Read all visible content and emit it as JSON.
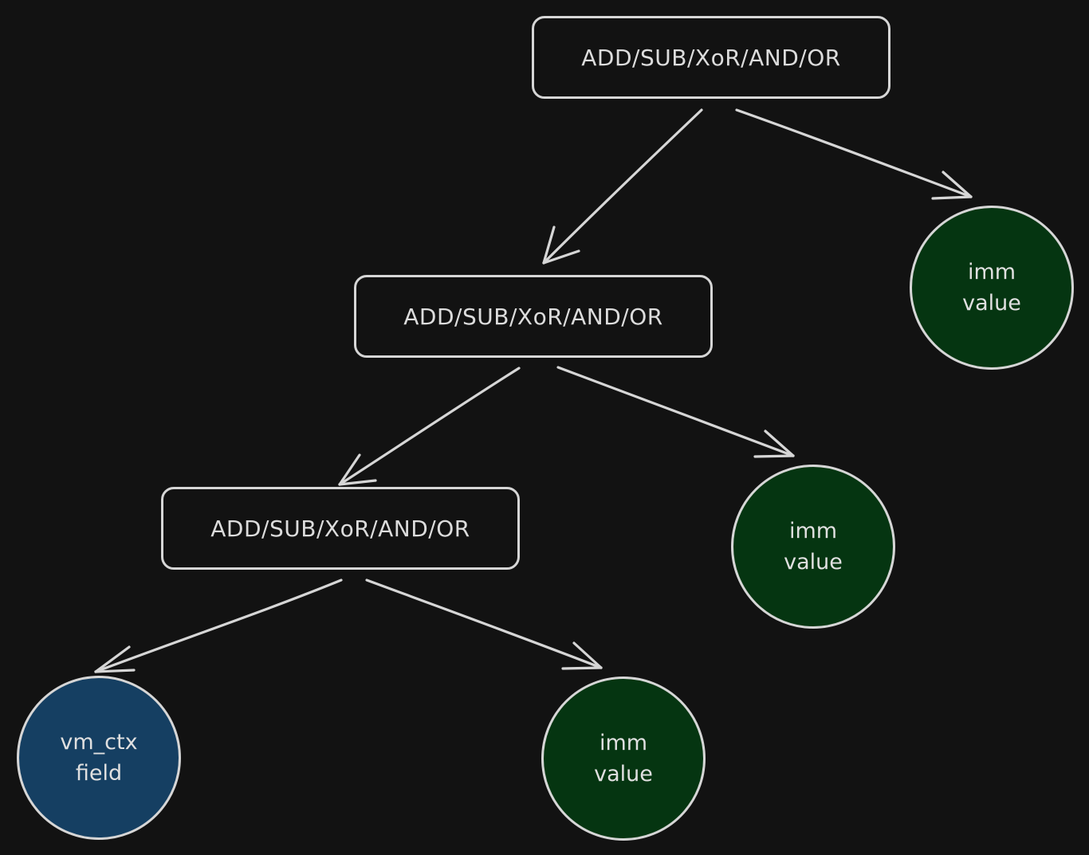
{
  "colors": {
    "background": "#121212",
    "stroke": "#d6d6d6",
    "imm_fill": "#053511",
    "field_fill": "#153f62"
  },
  "operations": [
    {
      "label": "ADD/SUB/XoR/AND/OR"
    },
    {
      "label": "ADD/SUB/XoR/AND/OR"
    },
    {
      "label": "ADD/SUB/XoR/AND/OR"
    }
  ],
  "leaves": [
    {
      "line1": "imm",
      "line2": "value",
      "kind": "imm"
    },
    {
      "line1": "imm",
      "line2": "value",
      "kind": "imm"
    },
    {
      "line1": "vm_ctx",
      "line2": "field",
      "kind": "field"
    },
    {
      "line1": "imm",
      "line2": "value",
      "kind": "imm"
    }
  ]
}
